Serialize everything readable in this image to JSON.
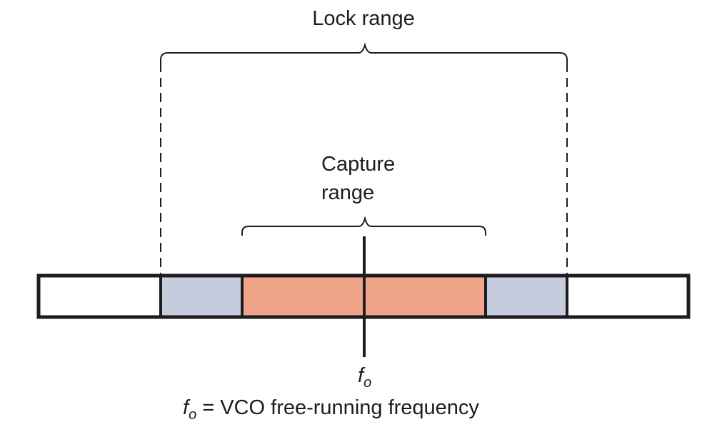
{
  "diagram": {
    "title": "PLL lock range and capture range",
    "labels": {
      "lock_range": "Lock range",
      "capture_range_line1": "Capture",
      "capture_range_line2": "range",
      "center_symbol": "f",
      "center_subscript": "o",
      "legend_symbol": "f",
      "legend_subscript": "o",
      "legend_text": "= VCO free-running frequency"
    },
    "segments": [
      {
        "name": "below-lock",
        "color": "#ffffff"
      },
      {
        "name": "lock-only-low",
        "color": "#c4ccdd"
      },
      {
        "name": "capture",
        "color": "#f0a58a"
      },
      {
        "name": "lock-only-high",
        "color": "#c4ccdd"
      },
      {
        "name": "above-lock",
        "color": "#ffffff"
      }
    ],
    "colors": {
      "stroke": "#1d1d1d",
      "lock_band": "#c4ccdd",
      "capture_band": "#f0a58a"
    }
  }
}
